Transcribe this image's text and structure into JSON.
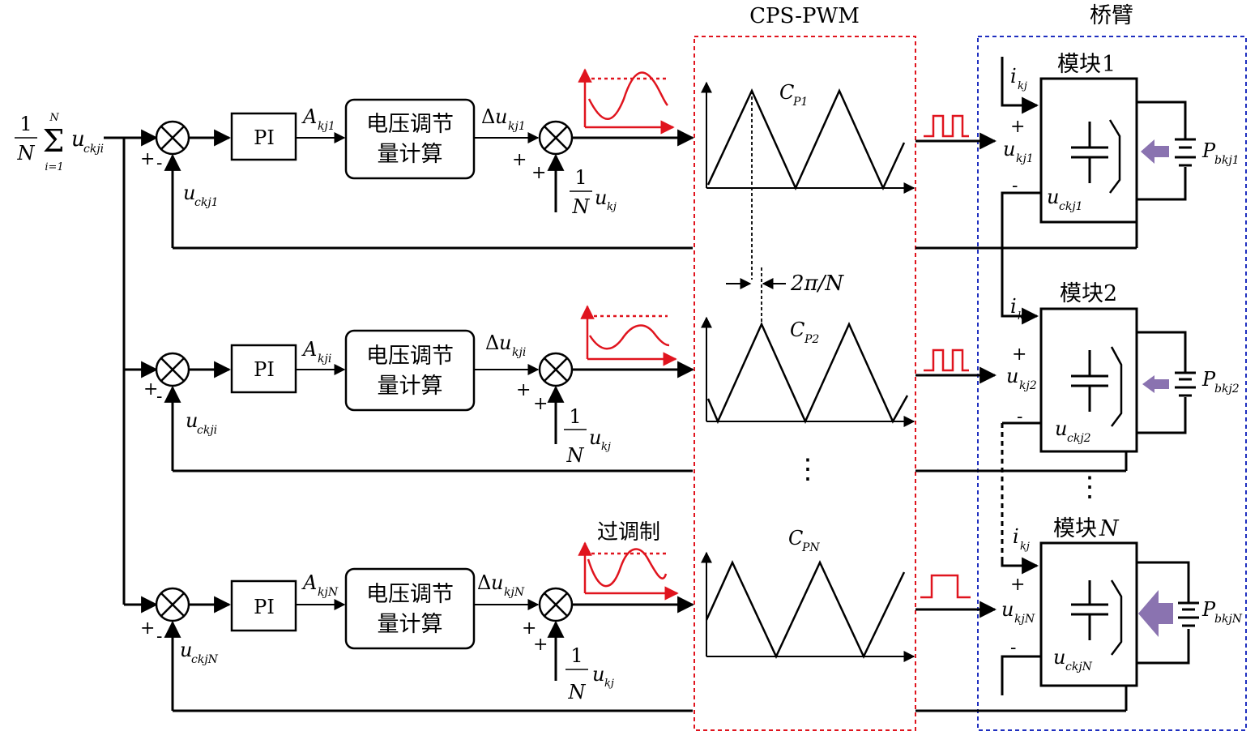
{
  "colors": {
    "line": "#000000",
    "pwm_box": "#e0141e",
    "arm_box": "#1f2fbf",
    "red_signal": "#e0141e",
    "power_arrow": "#8a73b0"
  },
  "headers": {
    "cps_pwm": "CPS-PWM",
    "bridge_arm": "桥臂"
  },
  "input_sum": {
    "frac_num": "1",
    "frac_den": "N",
    "sum_upper": "N",
    "sum_lower": "i=1",
    "var": "u",
    "var_sub": "ckji"
  },
  "rows": [
    {
      "pi_label": "PI",
      "a_var": "A",
      "a_sub": "kj1",
      "calc_line1": "电压调节",
      "calc_line2": "量计算",
      "du_delta": "Δ",
      "du_var": "u",
      "du_sub": "kj1",
      "fb_var": "u",
      "fb_sub": "ckj1",
      "sign_plus": "+",
      "sign_minus": "-",
      "ref_num": "1",
      "ref_den": "N",
      "ref_var": "u",
      "ref_sub": "kj",
      "carrier_var": "C",
      "carrier_sub": "P1"
    },
    {
      "pi_label": "PI",
      "a_var": "A",
      "a_sub": "kji",
      "calc_line1": "电压调节",
      "calc_line2": "量计算",
      "du_delta": "Δ",
      "du_var": "u",
      "du_sub": "kji",
      "fb_var": "u",
      "fb_sub": "ckji",
      "sign_plus": "+",
      "sign_minus": "-",
      "ref_num": "1",
      "ref_den": "N",
      "ref_var": "u",
      "ref_sub": "kj",
      "carrier_var": "C",
      "carrier_sub": "P2"
    },
    {
      "pi_label": "PI",
      "a_var": "A",
      "a_sub": "kjN",
      "calc_line1": "电压调节",
      "calc_line2": "量计算",
      "du_delta": "Δ",
      "du_var": "u",
      "du_sub": "kjN",
      "fb_var": "u",
      "fb_sub": "ckjN",
      "sign_plus": "+",
      "sign_minus": "-",
      "ref_num": "1",
      "ref_den": "N",
      "ref_var": "u",
      "ref_sub": "kj",
      "carrier_var": "C",
      "carrier_sub": "PN"
    }
  ],
  "overmod_label": "过调制",
  "phase_shift": "2π/N",
  "modules": [
    {
      "title_cn": "模块",
      "title_idx": "1",
      "i_var": "i",
      "i_sub": "kj",
      "plus": "+",
      "minus": "-",
      "u_var": "u",
      "u_sub": "kj1",
      "uc_var": "u",
      "uc_sub": "ckj1",
      "p_var": "P",
      "p_sub": "bkj1"
    },
    {
      "title_cn": "模块",
      "title_idx": "2",
      "i_var": "i",
      "i_sub": "kj",
      "plus": "+",
      "minus": "-",
      "u_var": "u",
      "u_sub": "kj2",
      "uc_var": "u",
      "uc_sub": "ckj2",
      "p_var": "P",
      "p_sub": "bkj2"
    },
    {
      "title_cn": "模块",
      "title_idx": "N",
      "i_var": "i",
      "i_sub": "kj",
      "plus": "+",
      "minus": "-",
      "u_var": "u",
      "u_sub": "kjN",
      "uc_var": "u",
      "uc_sub": "ckjN",
      "p_var": "P",
      "p_sub": "bkjN"
    }
  ],
  "ellipsis": "⋮"
}
